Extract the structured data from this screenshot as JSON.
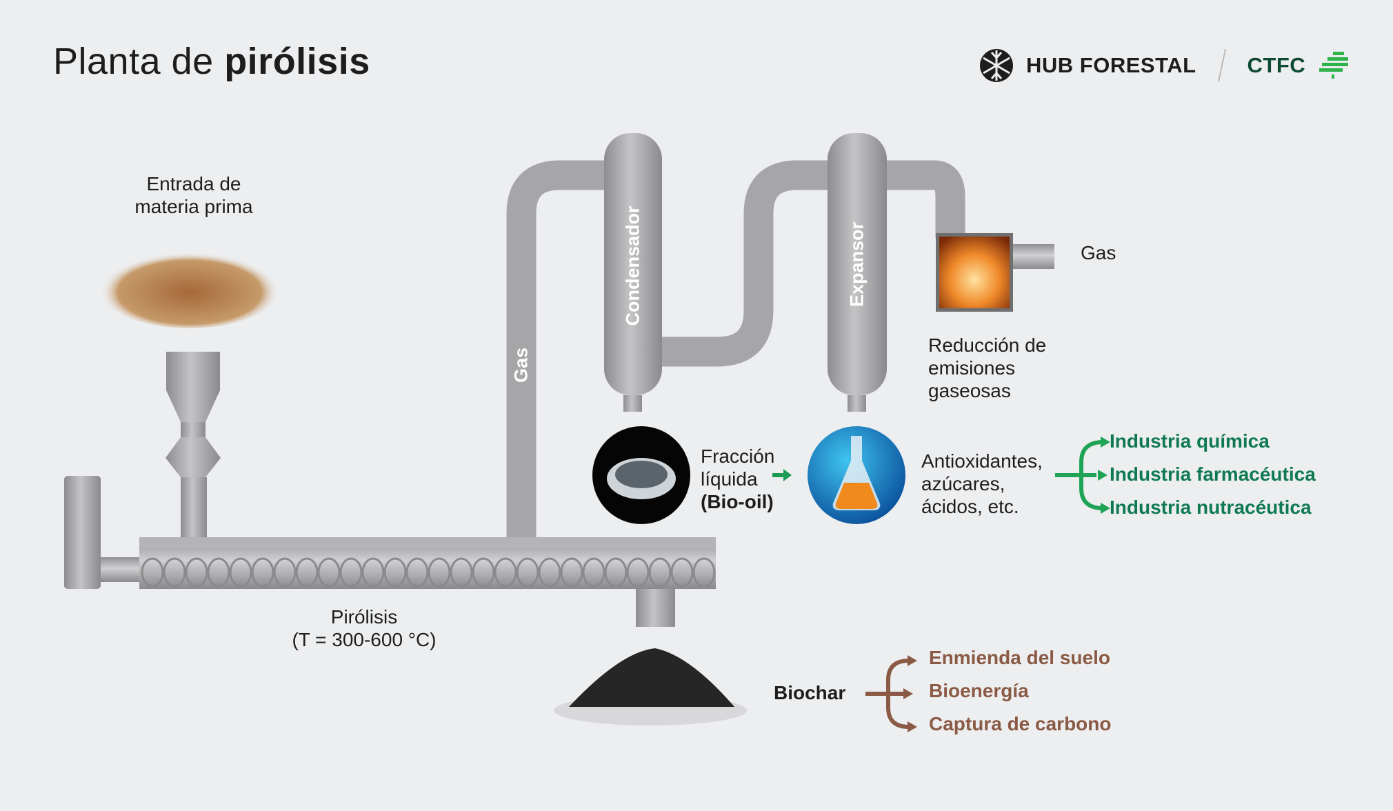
{
  "title": {
    "regular": "Planta de ",
    "bold": "pirólisis"
  },
  "logos": {
    "hub": "HUB FORESTAL",
    "ctfc": "CTFC"
  },
  "labels": {
    "entrada": "Entrada de materia prima",
    "pirolisis": "Pirólisis",
    "temperature": "(T = 300-600 °C)",
    "gas_pipe": "Gas",
    "condensador": "Condensador",
    "expansor": "Expansor",
    "gas_out": "Gas",
    "reduccion": "Reducción de emisiones gaseosas",
    "fraccion": "Fracción líquida",
    "biooil": "(Bio-oil)",
    "compounds": "Antioxidantes, azúcares, ácidos, etc.",
    "biochar": "Biochar"
  },
  "bio_oil_uses": [
    "Industria química",
    "Industria farmacéutica",
    "Industria nutracéutica"
  ],
  "biochar_uses": [
    "Enmienda del suelo",
    "Bioenergía",
    "Captura de carbono"
  ],
  "colors": {
    "green": "#0f7a52",
    "brown": "#8a5a44",
    "pipe": "#a9a9aa",
    "background": "#edeef0"
  }
}
